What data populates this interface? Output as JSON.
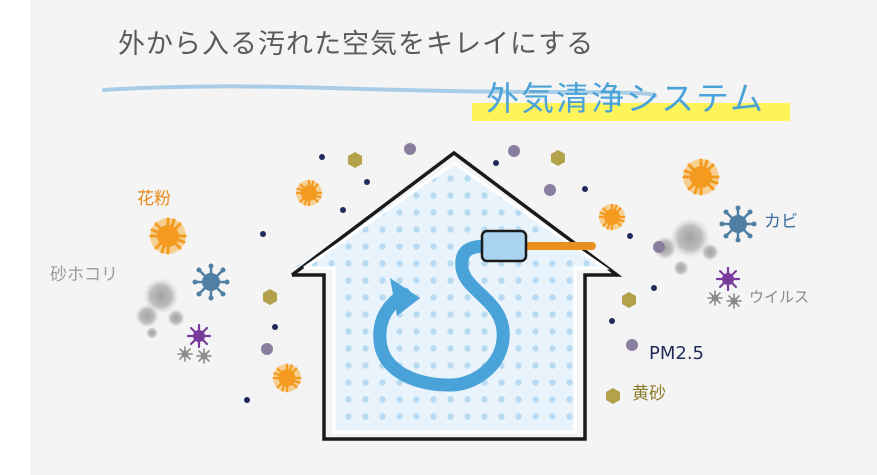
{
  "title": {
    "main": "外から入る汚れた空気をキレイにする",
    "sub": "外気清浄システム"
  },
  "labels": {
    "pollen": "花粉",
    "dust": "砂ホコリ",
    "mold": "カビ",
    "virus": "ウイルス",
    "pm25": "PM2.5",
    "yellow_sand": "黄砂"
  },
  "colors": {
    "title_text": "#5a5a5a",
    "subtitle_text": "#4aa3d8",
    "underline_wave": "#a9cde6",
    "highlight_bar": "#fff35a",
    "house_outline": "#1a1a1a",
    "house_fill": "#e8f3fb",
    "house_dots": "#b9dbf1",
    "airflow_arrow": "#4aa3d8",
    "duct": "#e8901f",
    "filter_unit": "#a9d3ee",
    "pollen": "#f39a1f",
    "mold": "#4f7fa3",
    "virus": "#7a3a9a",
    "dust": "#b5b5b5",
    "pm25_dot": "#1f2a5a",
    "gray_purple_dot": "#8a7e9e",
    "yellow_sand_hex": "#b3a24a"
  },
  "icons": {
    "pollen": "pollen-icon",
    "mold": "mold-spore-icon",
    "virus": "virus-icon",
    "dust": "dust-cloud-icon",
    "yellow_sand": "sand-grain-icon",
    "house": "house-icon",
    "airflow": "circulation-arrow-icon",
    "filter": "air-filter-unit-icon"
  }
}
